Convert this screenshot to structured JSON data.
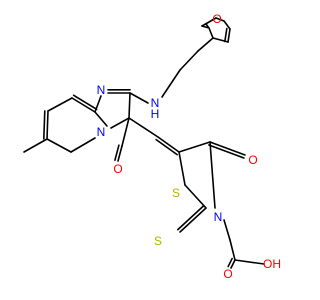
{
  "colors": {
    "bond": "#000000",
    "nitrogen": "#0000ff",
    "oxygen": "#ff0000",
    "sulfur": "#b2b200",
    "hydrogen_on_N": "#0000ff",
    "hydrogen_on_O": "#ff0000"
  },
  "labels": {
    "furan_o": "O",
    "nh_n": "N",
    "nh_h": "H",
    "pyrimidine_n": "N",
    "bridge_n": "N",
    "ring_carbonyl_o": "O",
    "thiazolidine_s": "S",
    "thiazolidine_carbonyl_o": "O",
    "thiazolidine_n": "N",
    "thione_s": "S",
    "acid_carbonyl_o": "O",
    "acid_oh": "OH"
  }
}
